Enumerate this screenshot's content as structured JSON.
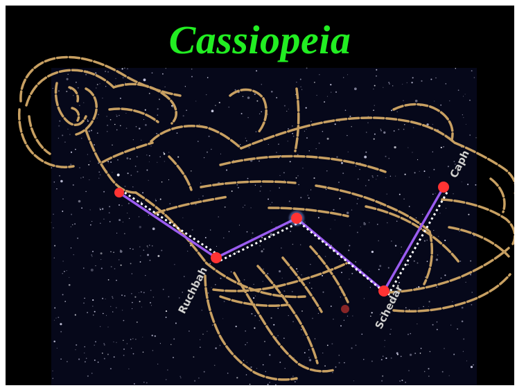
{
  "title": "Cassiopeia",
  "colors": {
    "title": "#22ee22",
    "background": "#000000",
    "figure_outline": "#c8a062",
    "constellation_line": "#9b5cf0",
    "constellation_dotted": "#ffffff",
    "star_marker": "#ff3333"
  },
  "stars": {
    "caph": {
      "label": "Caph"
    },
    "schedar": {
      "label": "Schedar"
    },
    "gamma": {
      "label": ""
    },
    "ruchbah": {
      "label": "Ruchbah"
    },
    "segin": {
      "label": ""
    }
  }
}
